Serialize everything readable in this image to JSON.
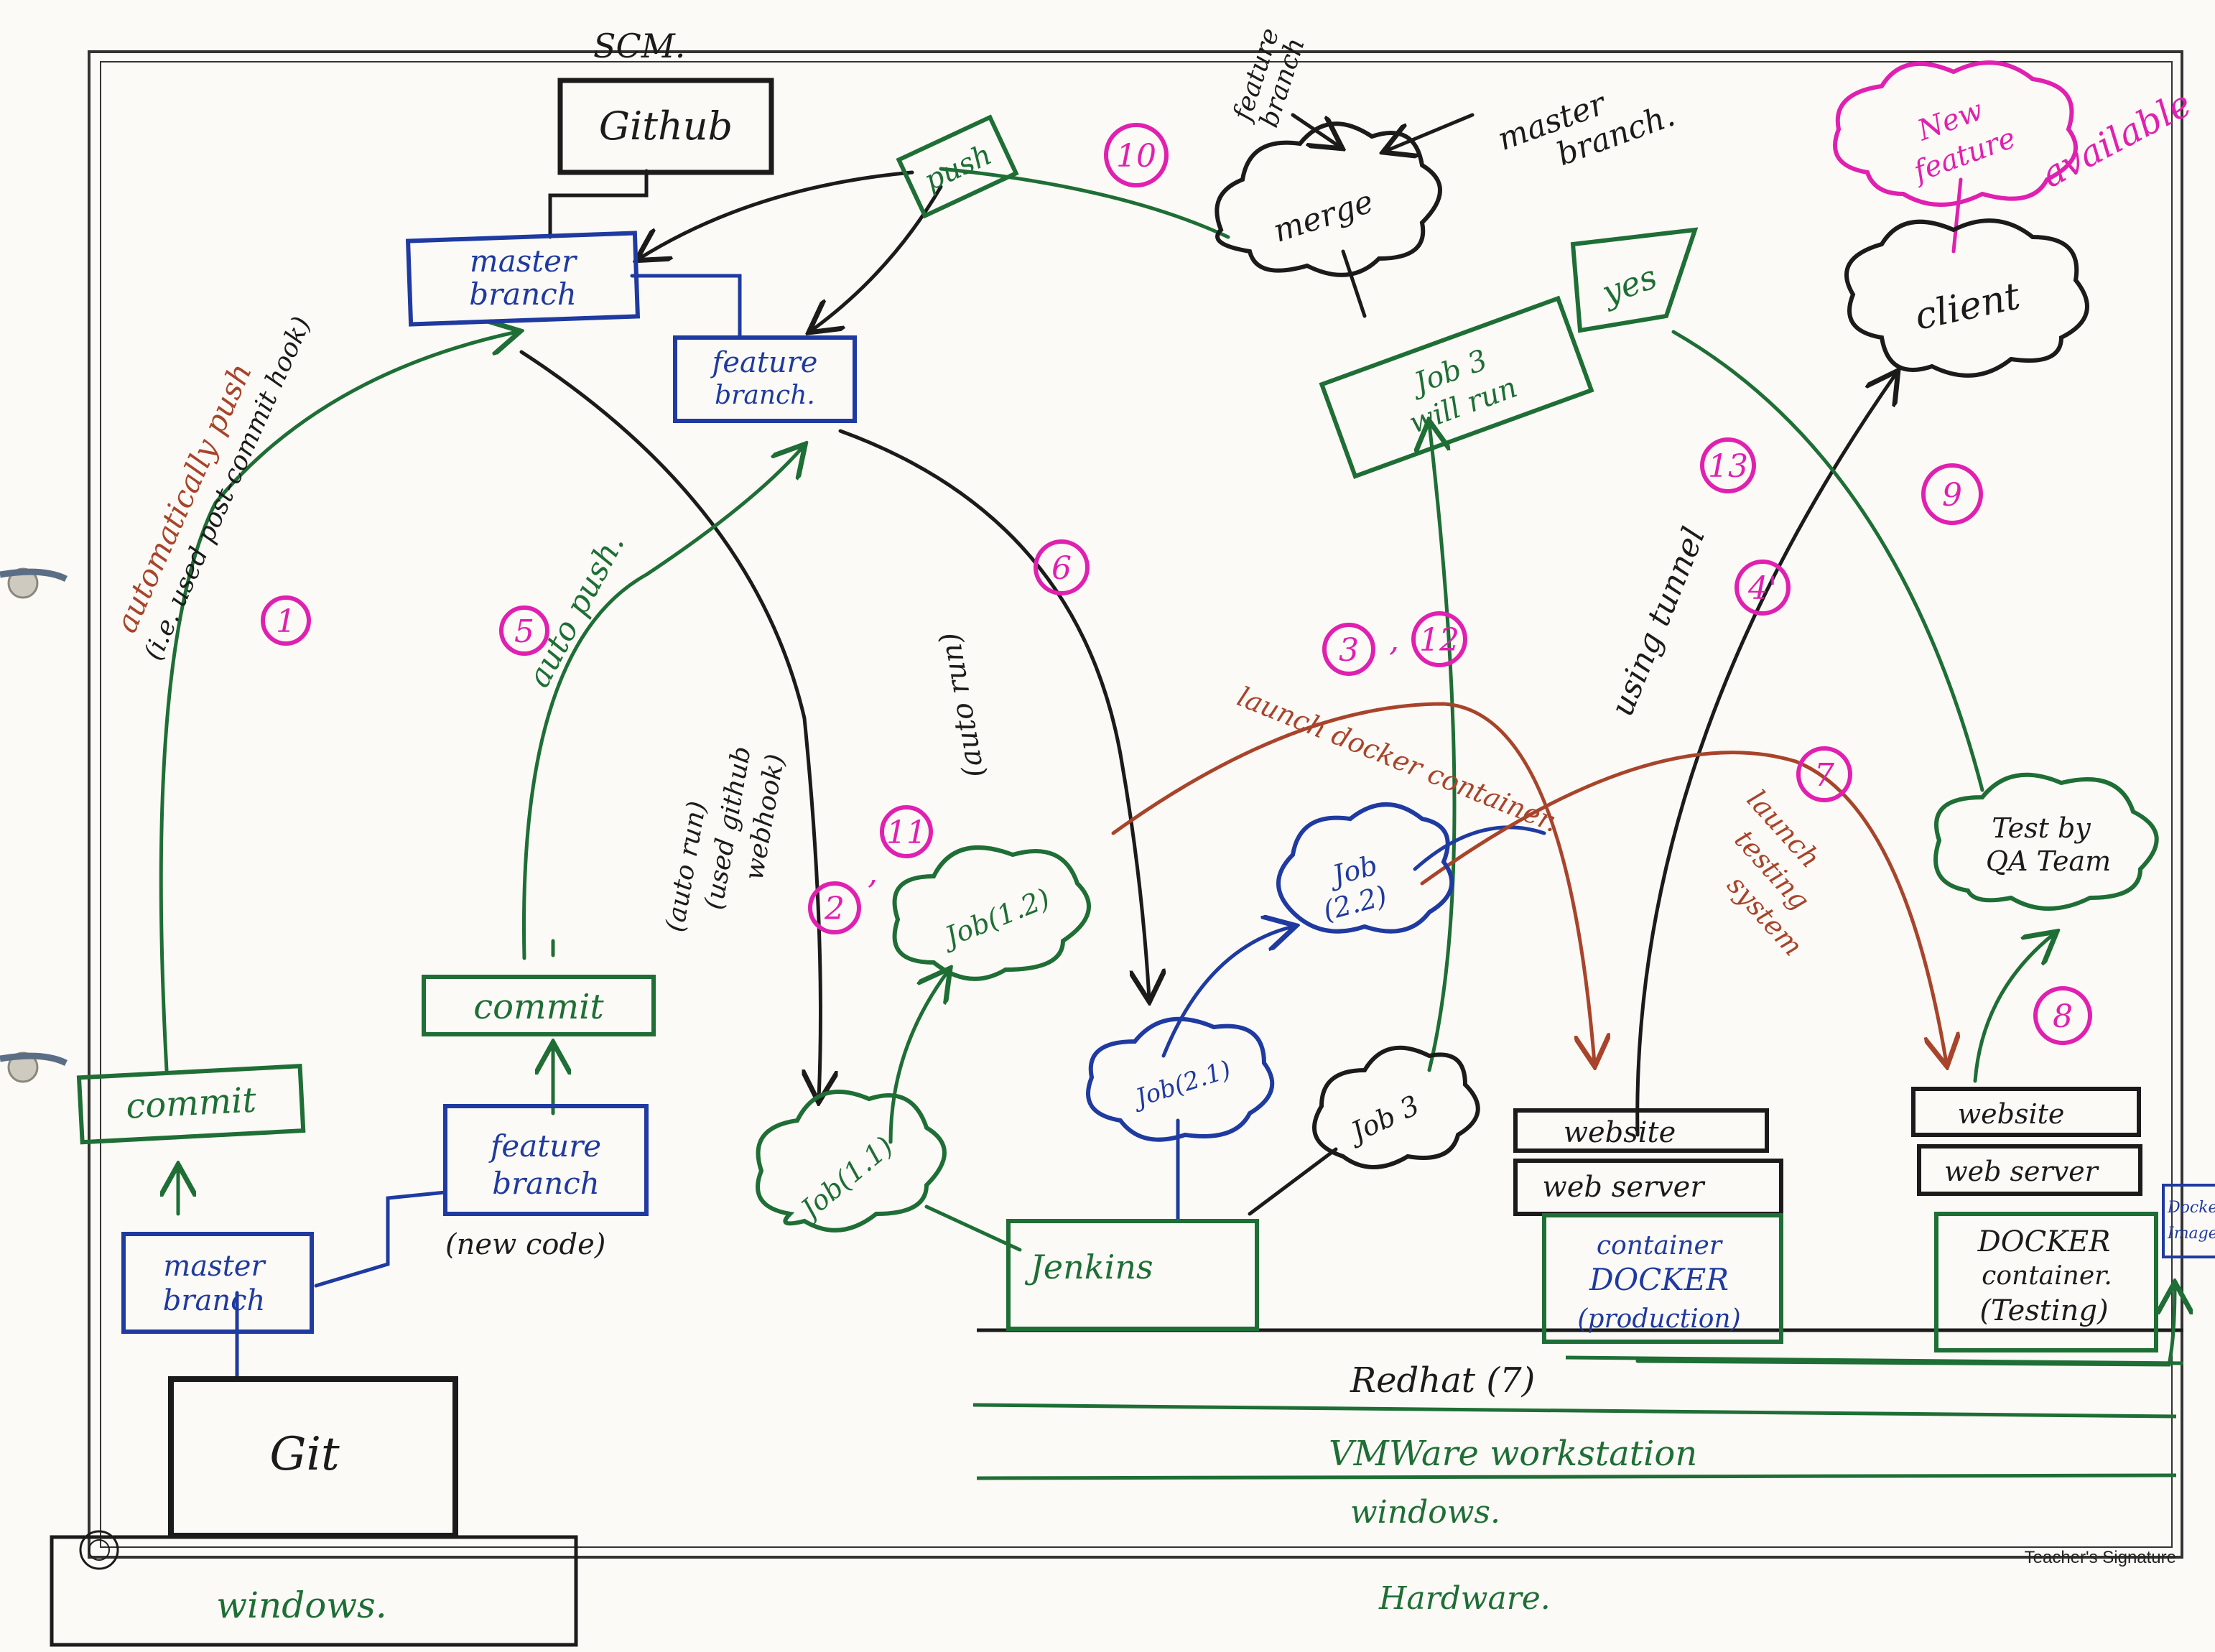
{
  "colors": {
    "black": "#1b1b1b",
    "blue": "#1f3aa0",
    "green": "#1e6e35",
    "brown": "#a8442b",
    "pink": "#e020b0"
  },
  "icons": {
    "seal": "college-seal-icon"
  },
  "header": {
    "scm": "SCM."
  },
  "nodes": {
    "github": "Github",
    "master_branch_top": [
      "master",
      "branch"
    ],
    "feature_branch_top": [
      "feature",
      "branch."
    ],
    "push": "push",
    "merge": "merge",
    "feature_branch_note": [
      "feature",
      "branch"
    ],
    "master_branch_note": [
      "master",
      "branch."
    ],
    "job3_will_run": [
      "Job 3",
      "will run"
    ],
    "yes": "yes",
    "client": "client",
    "new_feature_available": [
      "New",
      "feature",
      "available"
    ],
    "commit_left": "commit",
    "commit_mid": "commit",
    "master_branch_bottom": [
      "master",
      "branch"
    ],
    "feature_branch_bottom": [
      "feature",
      "branch"
    ],
    "new_code": "(new code)",
    "git": "Git",
    "windows_bottom_left": "windows.",
    "job1_1": "Job(1.1)",
    "job1_2": "Job(1.2)",
    "job2_1": "Job(2.1)",
    "job2_2": [
      "Job",
      "(2.2)"
    ],
    "job3": "Job 3",
    "jenkins": "Jenkins",
    "website_prod": "website",
    "webserver_prod": "web server",
    "container_prod": [
      "container",
      "DOCKER",
      "(production)"
    ],
    "website_test": "website",
    "webserver_test": "web server",
    "container_test": [
      "DOCKER",
      "container.",
      "(Testing)"
    ],
    "docker_image_side": [
      "Docker",
      "Image"
    ],
    "test_by_qa": [
      "Test by",
      "QA Team"
    ]
  },
  "annotations": {
    "auto_push_hook": [
      "automatically push",
      "(i.e. used post-commit hook)"
    ],
    "auto_push": "auto push.",
    "auto_run_webhook": [
      "(auto run)",
      "(used github",
      "webhook)"
    ],
    "auto_run": "(auto run)",
    "launch_docker_container": "launch docker container.",
    "launch_testing_system": [
      "launch",
      "testing",
      "system"
    ],
    "using_tunnel": "using tunnel"
  },
  "steps": {
    "s1": "1",
    "s5": "5",
    "s6": "6",
    "s10": "10",
    "s2_11": [
      "2",
      "11"
    ],
    "s3_12": [
      "3",
      "12"
    ],
    "s7": "7",
    "s13": "13",
    "s4p": "4'",
    "s9": "9",
    "s8": "8"
  },
  "stack": {
    "redhat": "Redhat (7)",
    "vmware": "VMWare workstation",
    "windows": "windows.",
    "hardware": "Hardware."
  },
  "footer": {
    "teachers_signature": "Teacher's Signature"
  }
}
